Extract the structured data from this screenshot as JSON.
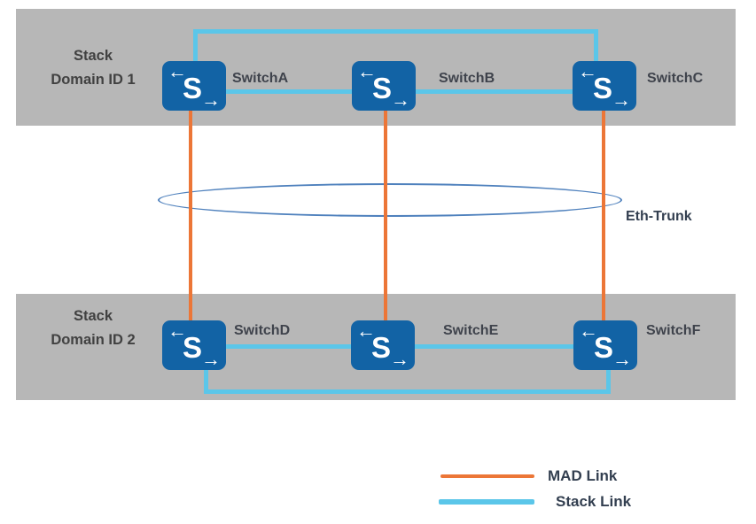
{
  "icon": {
    "glyph": "S",
    "arrow_left": "←",
    "arrow_right": "→"
  },
  "domains": [
    {
      "line1": "Stack",
      "line2": "Domain ID 1"
    },
    {
      "line1": "Stack",
      "line2": "Domain ID 2"
    }
  ],
  "switches": [
    {
      "name": "SwitchA"
    },
    {
      "name": "SwitchB"
    },
    {
      "name": "SwitchC"
    },
    {
      "name": "SwitchD"
    },
    {
      "name": "SwitchE"
    },
    {
      "name": "SwitchF"
    }
  ],
  "eth_trunk": {
    "label": "Eth-Trunk"
  },
  "legend": [
    {
      "label": "MAD Link",
      "color": "#ec7637"
    },
    {
      "label": "Stack Link",
      "color": "#5bc6e9"
    }
  ],
  "colors": {
    "domain_band": "#b7b7b7",
    "switch_blue": "#1263a5",
    "stack_link": "#5bc6e9",
    "mad_link": "#ec7637",
    "eth_trunk_ellipse": "#4f81bd",
    "label_text": "#3f434c"
  }
}
